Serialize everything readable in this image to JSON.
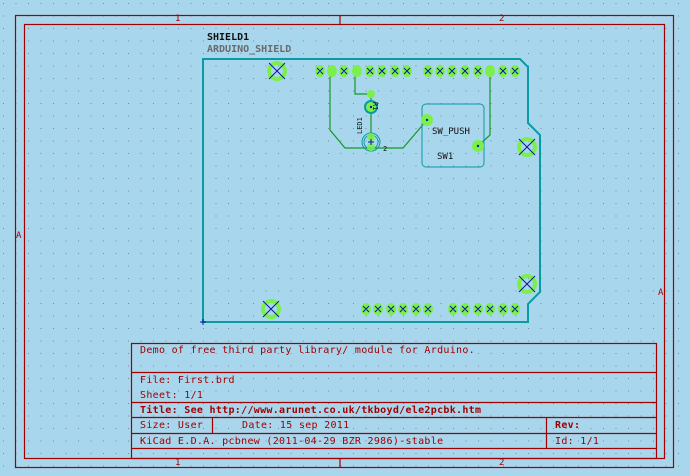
{
  "colors": {
    "background": "#a8d6ec",
    "grid_dot": "#7a8a96",
    "frame": "#a00000",
    "board_outline": "#0a9aa4",
    "pad": "#7cf04a",
    "via_cross": "#0a1a9a",
    "track": "#129a24",
    "silkscreen": "#101010",
    "silkscreen_value": "#6a6a6a",
    "footprint_outline": "#0a9aa4"
  },
  "frame": {
    "column_labels": [
      "1",
      "2"
    ],
    "row_labels": [
      "A",
      "A"
    ]
  },
  "board": {
    "reference": "SHIELD1",
    "value": "ARDUINO_SHIELD",
    "components": [
      {
        "ref": "R1",
        "label": "R1"
      },
      {
        "ref": "LED",
        "label": "LED1"
      },
      {
        "ref": "SW1",
        "value": "SW_PUSH",
        "label": "SW1"
      }
    ],
    "led_pin_label": "2"
  },
  "title_block": {
    "comment": "Demo of free third party library/ module for Arduino.",
    "file": "File: First.brd",
    "sheet": "Sheet: 1/1",
    "title": "Title: See http://www.arunet.co.uk/tkboyd/ele2pcbk.htm",
    "size": "Size: User",
    "date": "Date: 15 sep 2011",
    "rev": "Rev:",
    "app": "KiCad E.D.A.  pcbnew (2011-04-29 BZR 2986)-stable",
    "id": "Id: 1/1"
  }
}
